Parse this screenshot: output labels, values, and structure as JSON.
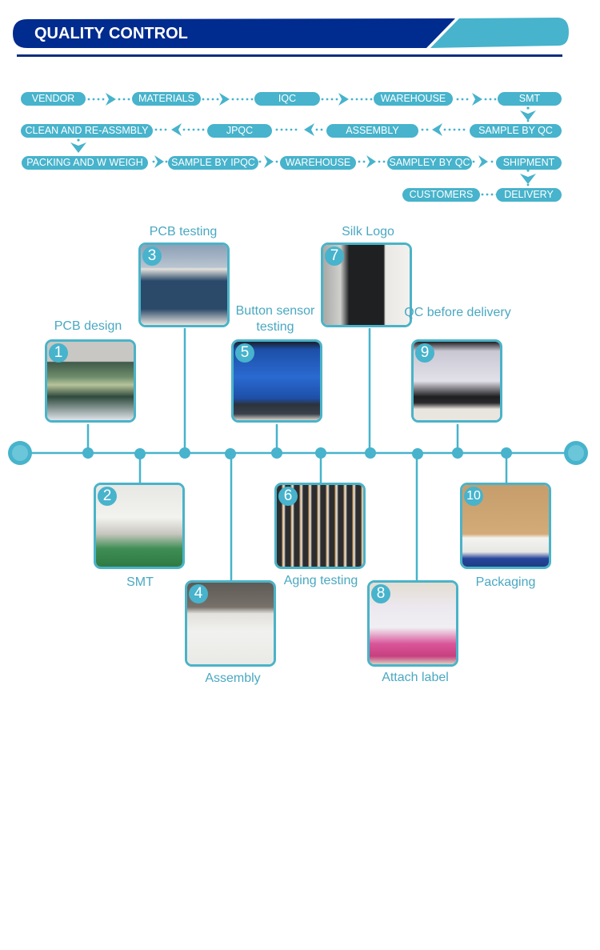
{
  "header": {
    "title": "QUALITY CONTROL",
    "colors": {
      "primary": "#002b8f",
      "accent": "#47b3cc",
      "rule": "#0a2f7c"
    }
  },
  "flow": {
    "rows": [
      [
        "VENDOR",
        "MATERIALS",
        "IQC",
        "WAREHOUSE",
        "SMT"
      ],
      [
        "CLEAN AND RE-ASSMBLY",
        "JPQC",
        "ASSEMBLY",
        "SAMPLE BY QC"
      ],
      [
        "PACKING AND W WEIGH",
        "SAMPLE BY IPQC",
        "WAREHOUSE",
        "SAMPLEY BY QC",
        "SHIPMENT"
      ],
      [
        "CUSTOMERS",
        "DELIVERY"
      ]
    ]
  },
  "timeline": {
    "stages": [
      {
        "number": "1",
        "label": "PCB design",
        "photo": "pcb-design-photo"
      },
      {
        "number": "2",
        "label": "SMT",
        "photo": "smt-photo"
      },
      {
        "number": "3",
        "label": "PCB testing",
        "photo": "pcb-testing-photo"
      },
      {
        "number": "4",
        "label": "Assembly",
        "photo": "assembly-photo"
      },
      {
        "number": "5",
        "label": "Button sensor testing",
        "photo": "button-sensor-testing-photo"
      },
      {
        "number": "6",
        "label": "Aging testing",
        "photo": "aging-testing-photo"
      },
      {
        "number": "7",
        "label": "Silk Logo",
        "photo": "silk-logo-photo"
      },
      {
        "number": "8",
        "label": "Attach label",
        "photo": "attach-label-photo"
      },
      {
        "number": "9",
        "label": "QC before delivery",
        "photo": "qc-before-delivery-photo"
      },
      {
        "number": "10",
        "label": "Packaging",
        "photo": "packaging-photo"
      }
    ]
  }
}
